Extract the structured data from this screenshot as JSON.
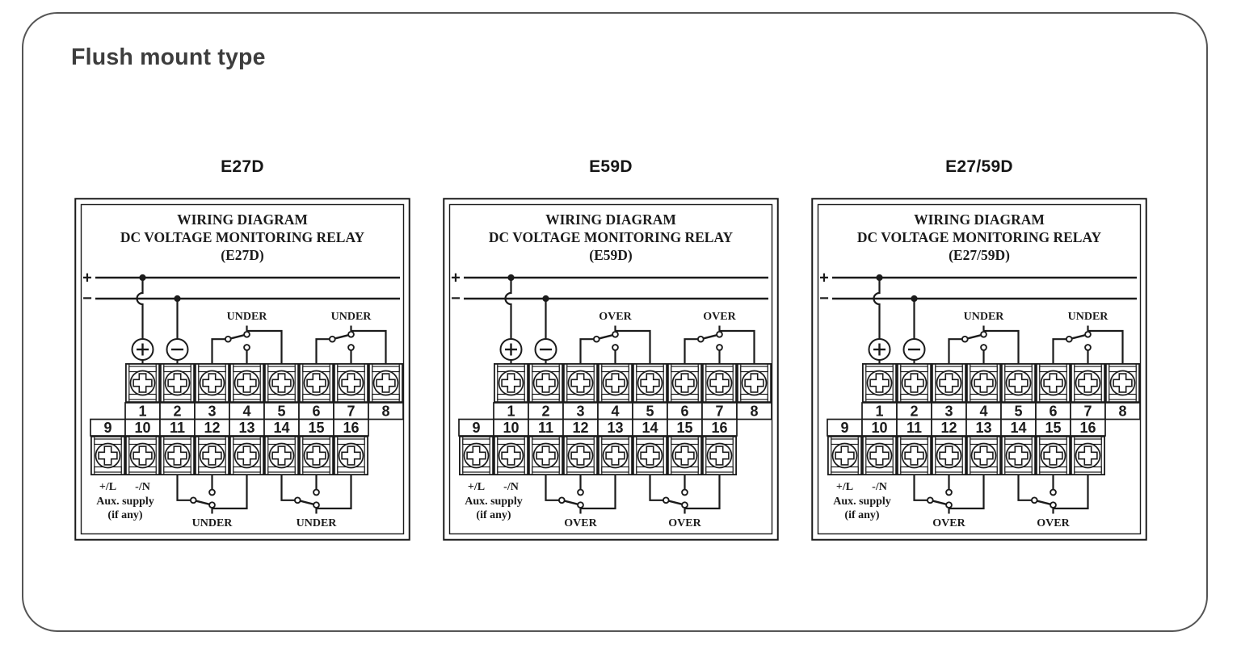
{
  "page": {
    "title": "Flush mount type"
  },
  "colors": {
    "background": "#ffffff",
    "frame_border": "#555555",
    "line": "#1b1b1b",
    "title_text": "#3d3d3d"
  },
  "shared": {
    "bus": {
      "plus": "+",
      "minus": "−"
    },
    "terminal_numbers": {
      "top": [
        "1",
        "2",
        "3",
        "4",
        "5",
        "6",
        "7",
        "8"
      ],
      "bottom": [
        "9",
        "10",
        "11",
        "12",
        "13",
        "14",
        "15",
        "16"
      ]
    },
    "aux": {
      "plus_l": "+/L",
      "minus_n": "-/N",
      "line1": "Aux. supply",
      "line2": "(if any)"
    }
  },
  "panels": [
    {
      "model": "E27D",
      "title_lines": [
        "WIRING DIAGRAM",
        "DC VOLTAGE MONITORING RELAY",
        "(E27D)"
      ],
      "top_contacts": [
        "UNDER",
        "UNDER"
      ],
      "bottom_contacts": [
        "UNDER",
        "UNDER"
      ]
    },
    {
      "model": "E59D",
      "title_lines": [
        "WIRING DIAGRAM",
        "DC VOLTAGE MONITORING RELAY",
        "(E59D)"
      ],
      "top_contacts": [
        "OVER",
        "OVER"
      ],
      "bottom_contacts": [
        "OVER",
        "OVER"
      ]
    },
    {
      "model": "E27/59D",
      "title_lines": [
        "WIRING DIAGRAM",
        "DC VOLTAGE MONITORING RELAY",
        "(E27/59D)"
      ],
      "top_contacts": [
        "UNDER",
        "UNDER"
      ],
      "bottom_contacts": [
        "OVER",
        "OVER"
      ]
    }
  ]
}
